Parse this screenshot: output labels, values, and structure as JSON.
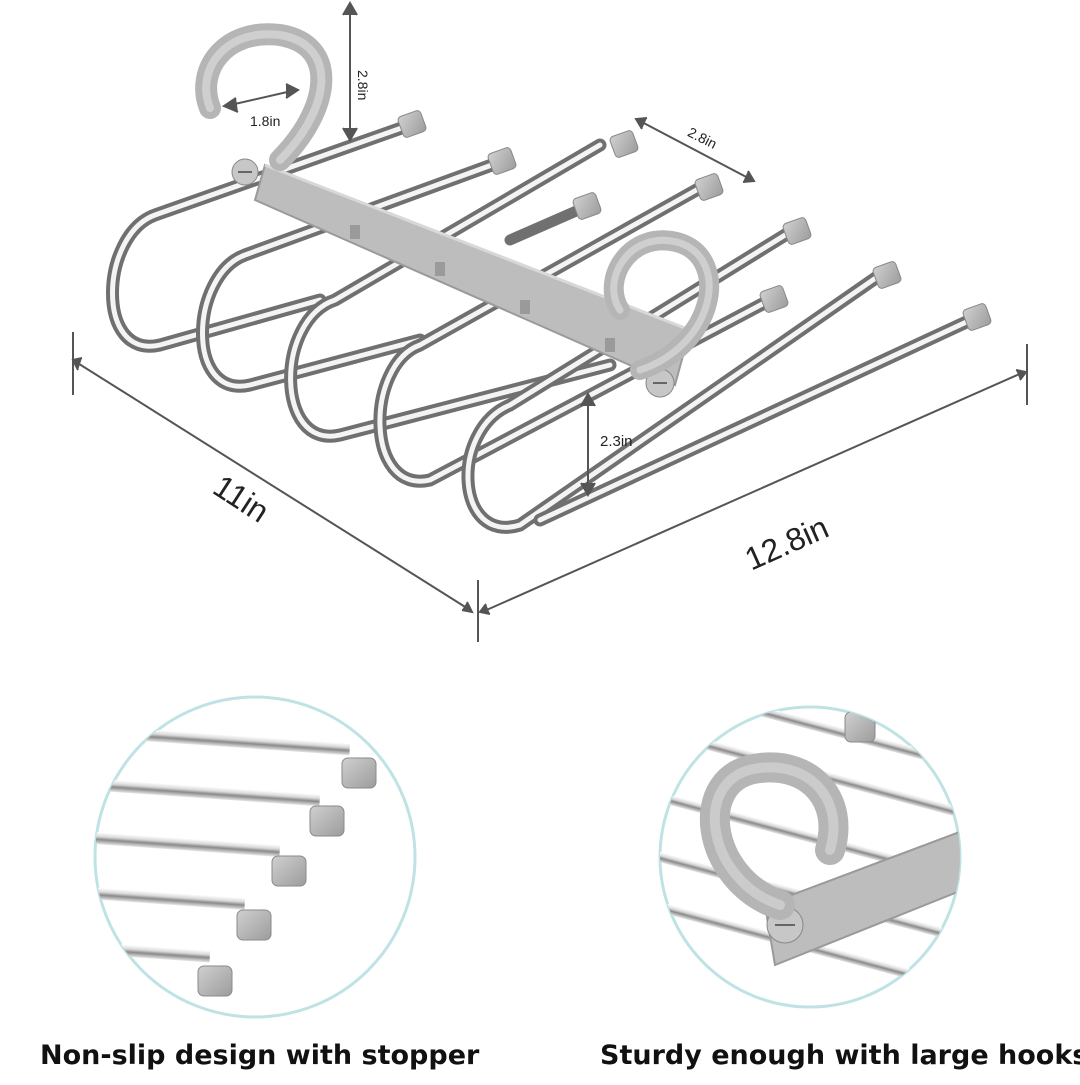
{
  "dimensions": {
    "hook_height": "2.8in",
    "hook_opening": "1.8in",
    "bar_spacing_top": "2.8in",
    "loop_height": "2.3in",
    "depth": "11in",
    "width": "12.8in"
  },
  "captions": {
    "left": "Non-slip design with stopper",
    "right": "Sturdy enough with large hooks"
  },
  "colors": {
    "chrome_dark": "#6f6f6f",
    "chrome_light": "#f2f2f2",
    "plastic_gray": "#b9b9b9",
    "inset_ring": "#bfe3e4"
  }
}
